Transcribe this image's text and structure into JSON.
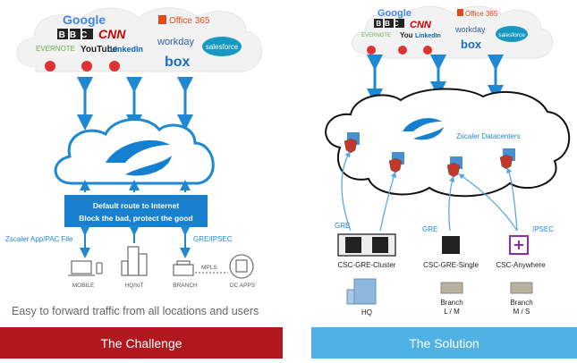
{
  "colors": {
    "challenge_banner": "#b0171f",
    "solution_banner": "#4fb1e4",
    "arrow": "#1e88d2",
    "cloud_fill": "#f2f2f2",
    "zscaler_blue": "#1680d0",
    "default_route_box": "#1980d0"
  },
  "left": {
    "cloud_brands": [
      "Google",
      "BBC",
      "CNN",
      "Office 365",
      "EVERNOTE",
      "YouTube",
      "LinkedIn",
      "workday",
      "salesforce",
      "box"
    ],
    "default_route_line1": "Default route to Internet",
    "default_route_line2": "Block the bad, protect the good",
    "label_app_pac": "Zscaler App/PAC File",
    "label_gre_ipsec": "GRE/IPSEC",
    "label_mpls": "MPLS",
    "locations": [
      "MOBILE",
      "HQ/IoT",
      "BRANCH",
      "DC APPS"
    ],
    "tagline": "Easy to forward traffic from all locations and users",
    "banner": "The Challenge"
  },
  "right": {
    "cloud_brands": [
      "Google",
      "BBC",
      "CNN",
      "Office 365",
      "EVERNOTE",
      "You",
      "LinkedIn",
      "workday",
      "salesforce",
      "box"
    ],
    "datacenters_label": "Zscaler Datacenters",
    "gre_left": "GRE",
    "gre_mid": "GRE",
    "ipsec": "IPSEC",
    "devices": [
      "CSC-GRE-Cluster",
      "CSC-GRE-Single",
      "CSC-Anywhere"
    ],
    "sites": [
      {
        "line1": "HQ",
        "line2": ""
      },
      {
        "line1": "Branch",
        "line2": "L / M"
      },
      {
        "line1": "Branch",
        "line2": "M / S"
      }
    ],
    "banner": "The Solution"
  }
}
